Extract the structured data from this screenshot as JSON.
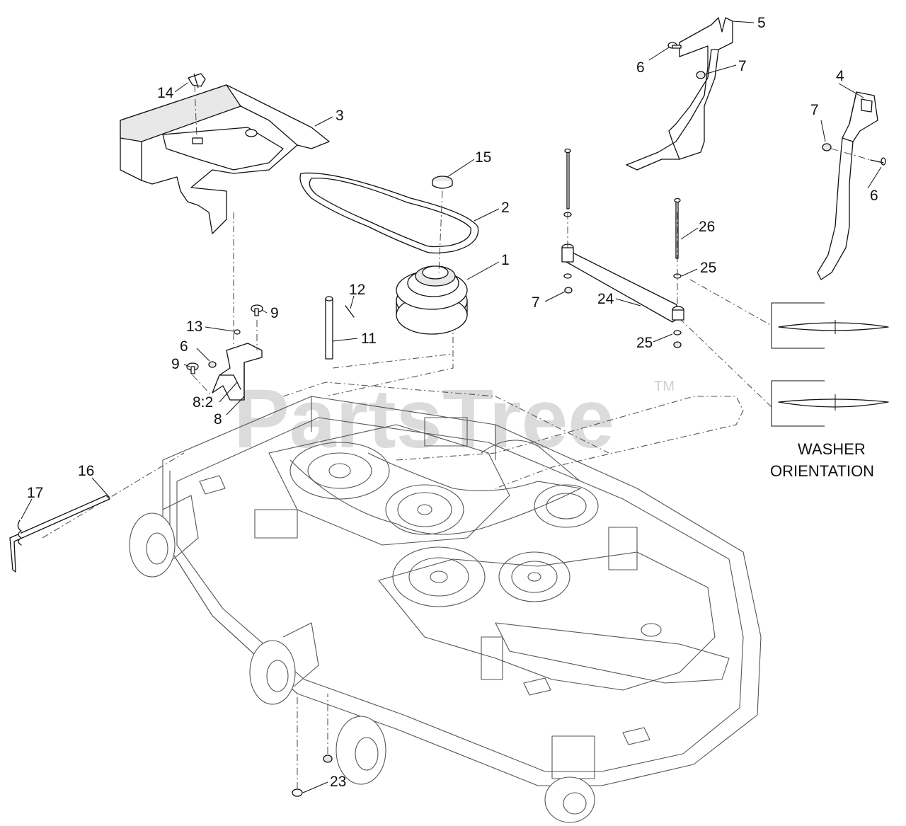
{
  "watermark": {
    "text": "PartsTree",
    "trademark": "TM"
  },
  "note": {
    "line1": "WASHER",
    "line2": "ORIENTATION"
  },
  "callouts": {
    "c1": "1",
    "c2": "2",
    "c3": "3",
    "c4": "4",
    "c5": "5",
    "c6a": "6",
    "c6b": "6",
    "c6c": "6",
    "c7a": "7",
    "c7b": "7",
    "c7c": "7",
    "c8": "8",
    "c8_2": "8:2",
    "c9a": "9",
    "c9b": "9",
    "c11": "11",
    "c12": "12",
    "c13": "13",
    "c14": "14",
    "c15": "15",
    "c16": "16",
    "c17": "17",
    "c23": "23",
    "c24": "24",
    "c25a": "25",
    "c25b": "25",
    "c26": "26"
  }
}
